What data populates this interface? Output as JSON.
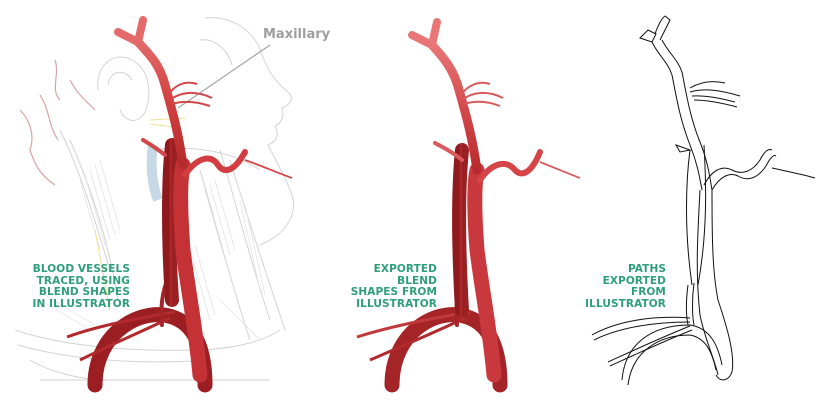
{
  "figure": {
    "panels": [
      {
        "id": "traced",
        "caption": "BLOOD VESSELS\nTRACED, USING\nBLEND SHAPES\nIN ILLUSTRATOR",
        "callout_label": "Maxillary"
      },
      {
        "id": "blend",
        "caption": "EXPORTED BLEND\nSHAPES FROM\nILLUSTRATOR"
      },
      {
        "id": "paths",
        "caption": "PATHS\nEXPORTED FROM\nILLUSTRATOR"
      }
    ],
    "colors": {
      "caption_text": "#2e9e7a",
      "callout_text": "#9e9e9e",
      "artery_light": "#e06a6a",
      "artery_mid": "#c8383c",
      "artery_dark": "#9e1e22",
      "anatomy_sketch": "#cfcfcf",
      "outline_stroke": "#111111"
    }
  }
}
